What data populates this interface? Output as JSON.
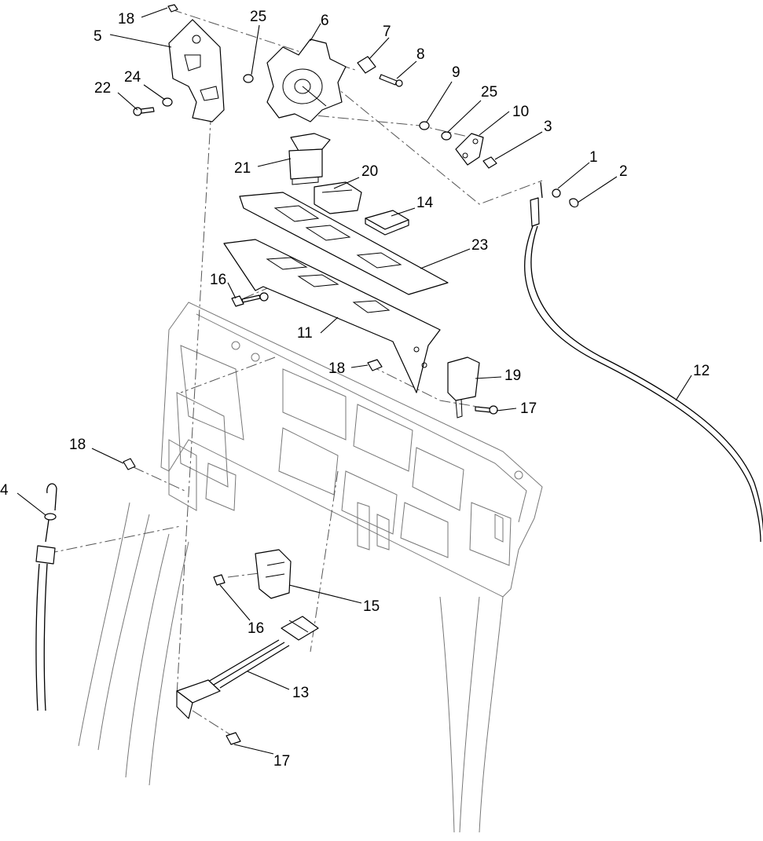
{
  "callouts": {
    "c1": "1",
    "c2": "2",
    "c3": "3",
    "c4": "4",
    "c5": "5",
    "c6": "6",
    "c7": "7",
    "c8": "8",
    "c9": "9",
    "c10": "10",
    "c11": "11",
    "c12": "12",
    "c13": "13",
    "c14": "14",
    "c15": "15",
    "c16a": "16",
    "c16b": "16",
    "c17a": "17",
    "c17b": "17",
    "c18a": "18",
    "c18b": "18",
    "c18c": "18",
    "c19": "19",
    "c20": "20",
    "c21": "21",
    "c22": "22",
    "c23": "23",
    "c24": "24",
    "c25a": "25",
    "c25b": "25"
  }
}
